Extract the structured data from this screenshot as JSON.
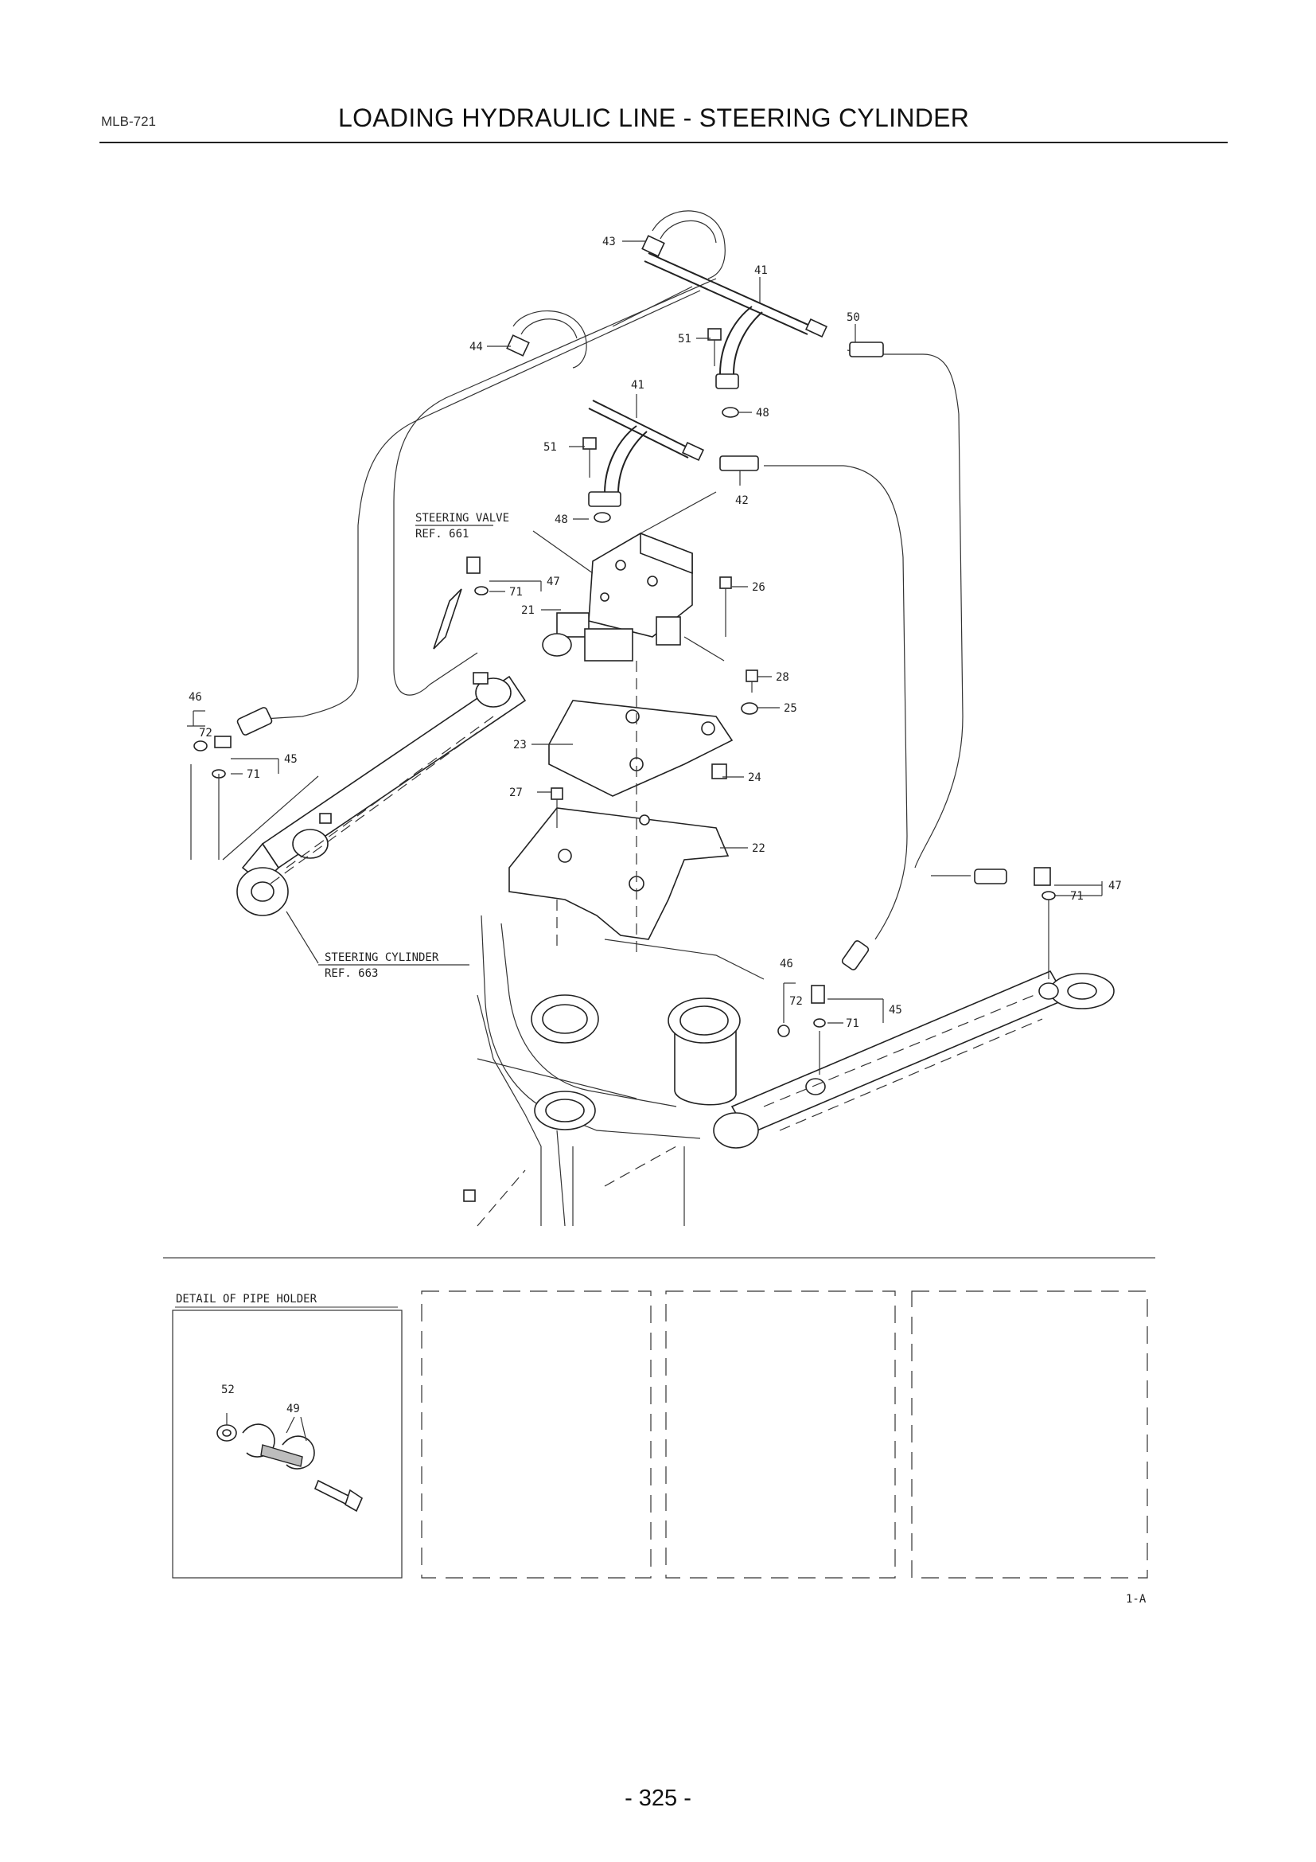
{
  "header": {
    "code": "MLB-721",
    "title": "LOADING HYDRAULIC LINE - STEERING CYLINDER"
  },
  "callouts": {
    "steering_valve": {
      "line1": "STEERING VALVE",
      "line2": "REF. 661"
    },
    "steering_cylinder": {
      "line1": "STEERING CYLINDER",
      "line2": "REF. 663"
    },
    "detail_title": "DETAIL OF PIPE HOLDER",
    "figure_code": "1-A"
  },
  "part_labels": {
    "p43": "43",
    "p41a": "41",
    "p50": "50",
    "p44": "44",
    "p51a": "51",
    "p41b": "41",
    "p48a": "48",
    "p51b": "51",
    "p42": "42",
    "p48b": "48",
    "p47a": "47",
    "p71a": "71",
    "p21": "21",
    "p26": "26",
    "p28": "28",
    "p25": "25",
    "p46a": "46",
    "p72a": "72",
    "p23": "23",
    "p45a": "45",
    "p71b": "71",
    "p24": "24",
    "p27": "27",
    "p22": "22",
    "p47b": "47",
    "p71c": "71",
    "p46b": "46",
    "p72b": "72",
    "p45b": "45",
    "p71d": "71",
    "p52": "52",
    "p49": "49"
  },
  "footer": {
    "page_number": "- 325 -"
  }
}
